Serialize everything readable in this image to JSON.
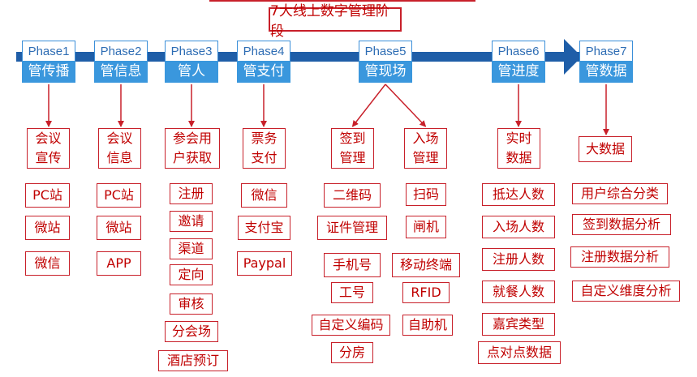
{
  "title": "7大线上数字管理阶段",
  "colors": {
    "accent_red": "#c8202a",
    "arrow_blue": "#1f5ea8",
    "phase_blue": "#3a97dd"
  },
  "phases": [
    {
      "num": "Phase1",
      "name": "管传播",
      "categories": [
        {
          "label": "会议\n宣传",
          "items": [
            "PC站",
            "微站",
            "微信"
          ]
        }
      ]
    },
    {
      "num": "Phase2",
      "name": "管信息",
      "categories": [
        {
          "label": "会议\n信息",
          "items": [
            "PC站",
            "微站",
            "APP"
          ]
        }
      ]
    },
    {
      "num": "Phase3",
      "name": "管人",
      "categories": [
        {
          "label": "参会用\n户获取",
          "items": [
            "注册",
            "邀请",
            "渠道",
            "定向",
            "审核",
            "分会场",
            "酒店预订"
          ]
        }
      ]
    },
    {
      "num": "Phase4",
      "name": "管支付",
      "categories": [
        {
          "label": "票务\n支付",
          "items": [
            "微信",
            "支付宝",
            "Paypal"
          ]
        }
      ]
    },
    {
      "num": "Phase5",
      "name": "管现场",
      "categories": [
        {
          "label": "签到\n管理",
          "items": [
            "二维码",
            "证件管理",
            "手机号",
            "工号",
            "自定义编码",
            "分房"
          ]
        },
        {
          "label": "入场\n管理",
          "items": [
            "扫码",
            "闸机",
            "移动终端",
            "RFID",
            "自助机"
          ]
        }
      ]
    },
    {
      "num": "Phase6",
      "name": "管进度",
      "categories": [
        {
          "label": "实时\n数据",
          "items": [
            "抵达人数",
            "入场人数",
            "注册人数",
            "就餐人数",
            "嘉宾类型",
            "点对点数据"
          ]
        }
      ]
    },
    {
      "num": "Phase7",
      "name": "管数据",
      "categories": [
        {
          "label": "大数据",
          "items": [
            "用户综合分类",
            "签到数据分析",
            "注册数据分析",
            "自定义维度分析"
          ]
        }
      ]
    }
  ]
}
